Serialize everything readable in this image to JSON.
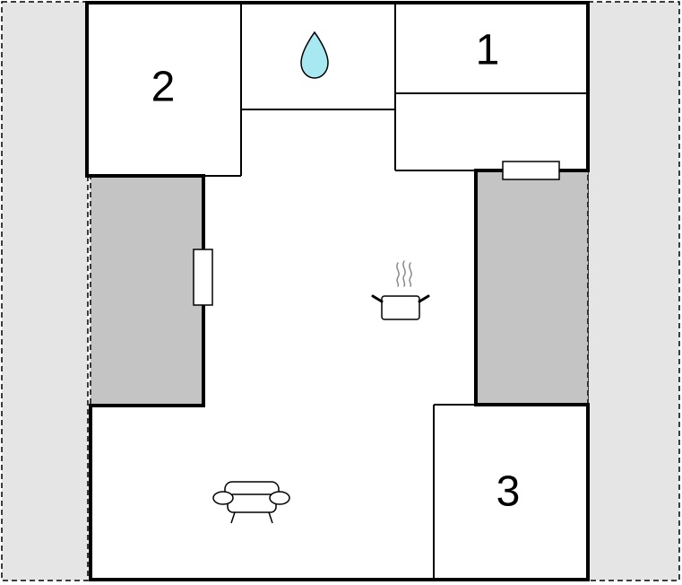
{
  "colors": {
    "background": "#ffffff",
    "outdoor_area": "#e5e5e5",
    "balcony": "#c4c4c4",
    "wall": "#000000",
    "water_drop": "#a8e8f0",
    "steam": "#888888"
  },
  "rooms": {
    "bedroom_1": {
      "label": "1"
    },
    "bedroom_2": {
      "label": "2"
    },
    "bedroom_3": {
      "label": "3"
    }
  },
  "icons": {
    "bathroom": "water-drop-icon",
    "kitchen": "cooking-pot-icon",
    "living_room": "sofa-icon"
  }
}
